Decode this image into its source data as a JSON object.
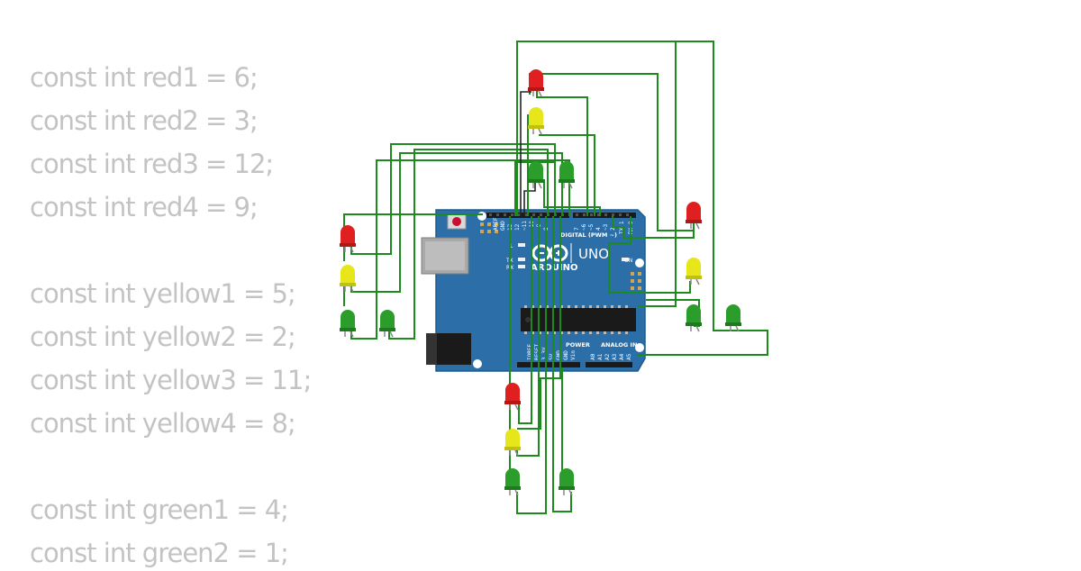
{
  "code_lines": [
    "const int red1 = 6;",
    "const int red2 = 3;",
    "const int red3 = 12;",
    "const int red4 = 9;",
    "",
    "const int yellow1 = 5;",
    "const int yellow2 = 2;",
    "const int yellow3 = 11;",
    "const int yellow4 = 8;",
    "",
    "const int green1 = 4;",
    "const int green2 = 1;"
  ],
  "board": {
    "name": "UNO",
    "brand": "ARDUINO",
    "digital_label": "DIGITAL (PWM ~)",
    "analog_label": "ANALOG IN",
    "power_label": "POWER",
    "on_label": "ON",
    "tx_label": "TX",
    "rx_label": "RX",
    "l_label": "L",
    "aref_label": "AREF",
    "gnd_label": "GND",
    "digital_pins": [
      "13",
      "12",
      "~11",
      "~10",
      "~9",
      "8",
      "7",
      "~6",
      "~5",
      "4",
      "~3",
      "2",
      "TX 1",
      "RX 0"
    ],
    "power_pins": [
      "IOREF",
      "RESET",
      "3.3V",
      "5V",
      "GND",
      "GND",
      "Vin"
    ],
    "analog_pins": [
      "A0",
      "A1",
      "A2",
      "A3",
      "A4",
      "A5"
    ]
  },
  "colors": {
    "board": "#2b6ea8",
    "wire": "#1c8a1c",
    "led_red": "#e02020",
    "led_yellow": "#e6e61a",
    "led_green": "#2a9d2a",
    "code_text": "#c3c3c3"
  }
}
